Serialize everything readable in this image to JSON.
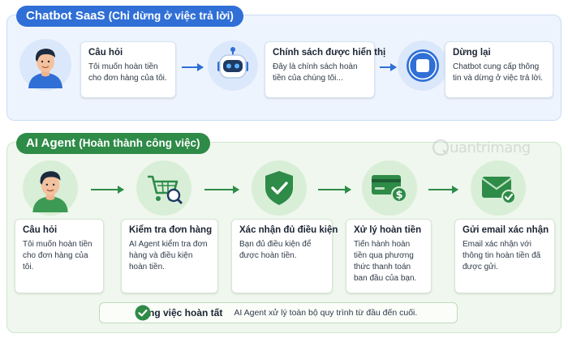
{
  "top": {
    "title_main": "Chatbot SaaS",
    "title_sub": "(Chỉ dừng ở việc trả lời)",
    "cards": [
      {
        "head": "Câu hỏi",
        "body": "Tôi muốn hoàn tiền cho đơn hàng của tôi."
      },
      {
        "head": "Chính sách được hiển thị",
        "body": "Đây là chính sách hoàn tiền của chúng tôi..."
      },
      {
        "head": "Dừng lại",
        "body": "Chatbot cung cấp thông tin và dừng ở việc trả lời."
      }
    ]
  },
  "bottom": {
    "title_main": "AI Agent",
    "title_sub": "(Hoàn thành công việc)",
    "cards": [
      {
        "head": "Câu hỏi",
        "body": "Tôi muốn hoàn tiền cho đơn hàng của tôi."
      },
      {
        "head": "Kiểm tra đơn hàng",
        "body": "AI Agent kiểm tra đơn hàng và điều kiện hoàn tiền."
      },
      {
        "head": "Xác nhận đủ điều kiện",
        "body": "Bạn đủ điều kiện để được hoàn tiền."
      },
      {
        "head": "Xử lý hoàn tiền",
        "body": "Tiến hành hoàn tiền qua phương thức thanh toán ban đầu của bạn."
      },
      {
        "head": "Gửi email xác nhận",
        "body": "Email xác nhận với thông tin hoàn tiền đã được gửi."
      }
    ],
    "done_title": "Công việc hoàn tất",
    "done_desc": "AI Agent xử lý toàn bộ quy trình từ đầu đến cuối."
  },
  "watermark": "uantrimang",
  "colors": {
    "blue": "#2f6fd6",
    "green": "#2e8b48",
    "panel_blue": "#eef4fd",
    "panel_green": "#eff7ee"
  }
}
